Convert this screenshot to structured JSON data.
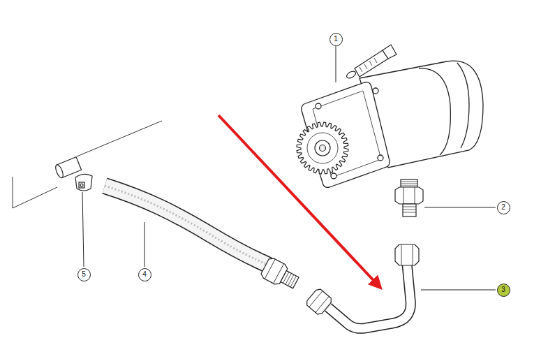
{
  "diagram": {
    "nodes": [
      {
        "text": [
          "1"
        ]
      },
      {
        "text": [
          "2"
        ]
      },
      {
        "text": [
          "5"
        ]
      },
      {
        "text": [
          "4"
        ]
      },
      {
        "text": [
          "3"
        ]
      }
    ]
  }
}
